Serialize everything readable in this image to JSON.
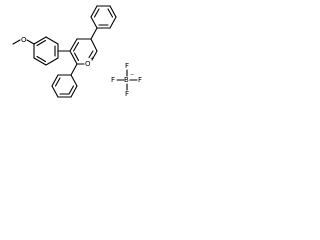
{
  "structure": {
    "cation_labels": {
      "methoxy_oxygen": "O",
      "pyrylium_oxygen": "O",
      "pyrylium_charge": "+"
    },
    "anion_labels": {
      "fluorine_top": "F",
      "fluorine_left": "F",
      "fluorine_right": "F",
      "fluorine_bottom": "F",
      "boron": "B",
      "boron_charge": "−"
    }
  }
}
